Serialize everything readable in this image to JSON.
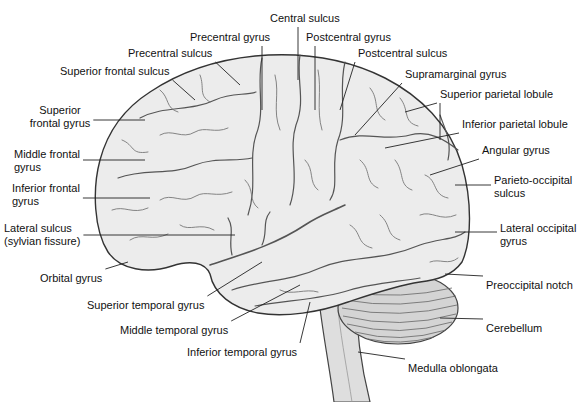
{
  "diagram": {
    "labels": [
      "Central sulcus",
      "Precentral gyrus",
      "Postcentral gyrus",
      "Precentral sulcus",
      "Postcentral sulcus",
      "Superior frontal sulcus",
      "Supramarginal gyrus",
      "Superior parietal lobule",
      "Superior frontal gyrus",
      "Inferior parietal lobule",
      "Middle frontal gyrus",
      "Angular gyrus",
      "Inferior frontal gyrus",
      "Parieto-occipital sulcus",
      "Lateral sulcus (sylvian fissure)",
      "Lateral occipital gyrus",
      "Orbital gyrus",
      "Preoccipital notch",
      "Superior temporal gyrus",
      "Cerebellum",
      "Middle temporal gyrus",
      "Inferior temporal gyrus",
      "Medulla oblongata"
    ]
  }
}
